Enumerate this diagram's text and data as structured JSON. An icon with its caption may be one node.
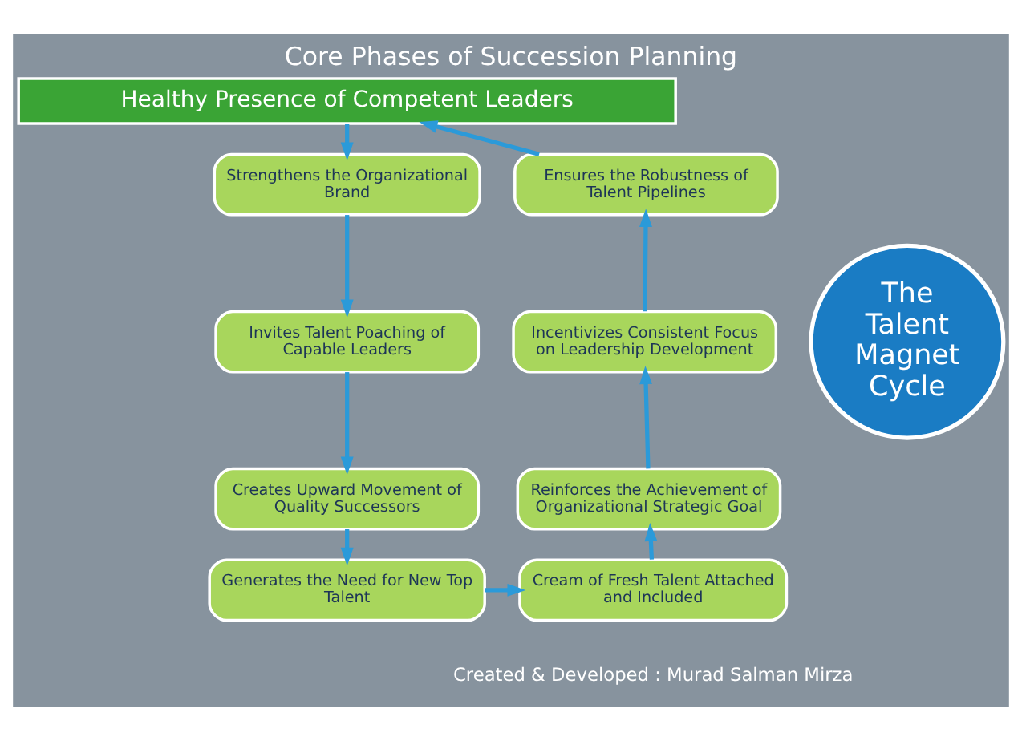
{
  "diagram": {
    "title": "Core Phases of Succession Planning",
    "caption": "Created & Developed : Murad Salman Mirza",
    "nodes": [
      {
        "text": [
          "Healthy Presence of Competent Leaders"
        ]
      },
      {
        "text": [
          "Ensures the Robustness of Talent Pipelines"
        ]
      },
      {
        "text": [
          "Strengthens the Organizational Brand"
        ]
      },
      {
        "text": [
          "Incentivizes Consistent Focus on Leadership Development"
        ]
      },
      {
        "text": [
          "The Talent Magnet Cycle"
        ]
      },
      {
        "text": [
          "Invites Talent Poaching of Capable Leaders"
        ]
      },
      {
        "text": [
          "Reinforces the Achievement of Organizational Strategic Goal"
        ]
      },
      {
        "text": [
          "Creates Upward Movement of Quality Successors"
        ]
      },
      {
        "text": [
          "Cream of Fresh Talent Attached and Included"
        ]
      },
      {
        "text": [
          "Generates the Need for New Top Talent"
        ]
      }
    ],
    "edges": [
      {
        "from": 0,
        "to": 2,
        "arrow": "to"
      },
      {
        "from": 2,
        "to": 5,
        "arrow": "to"
      },
      {
        "from": 5,
        "to": 7,
        "arrow": "to"
      },
      {
        "from": 7,
        "to": 9,
        "arrow": "to"
      },
      {
        "from": 9,
        "to": 8,
        "arrow": "to"
      },
      {
        "from": 8,
        "to": 6,
        "arrow": "to"
      },
      {
        "from": 6,
        "to": 3,
        "arrow": "to"
      },
      {
        "from": 3,
        "to": 1,
        "arrow": "to"
      },
      {
        "from": 1,
        "to": 0,
        "arrow": "to"
      }
    ]
  }
}
